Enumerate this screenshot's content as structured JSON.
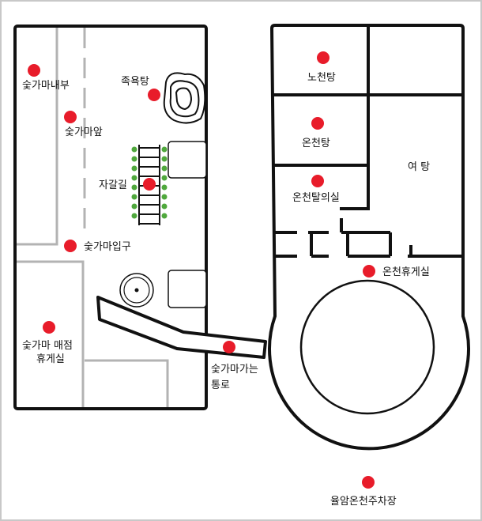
{
  "colors": {
    "wall": "#111111",
    "inner_wall": "#b3b3b3",
    "marker": "#e81c2a",
    "frame": "#c8c8c8",
    "rail_leaf": "#4fa83c"
  },
  "labels": {
    "sup_inside": "숯가마내부",
    "sup_front": "숯가마앞",
    "foot_bath": "족욕탕",
    "gravel_path": "자갈길",
    "sup_entrance": "숯가마입구",
    "sup_rest_line1": "숯가마 매점",
    "sup_rest_line2": "휴게실",
    "passage_line1": "숯가마가는",
    "passage_line2": "통로",
    "open_bath": "노천탕",
    "hot_spring": "온천탕",
    "changing_room": "온천탈의실",
    "women_bath": "여 탕",
    "spa_lounge": "온천휴게실",
    "parking": "율암온천주차장"
  }
}
